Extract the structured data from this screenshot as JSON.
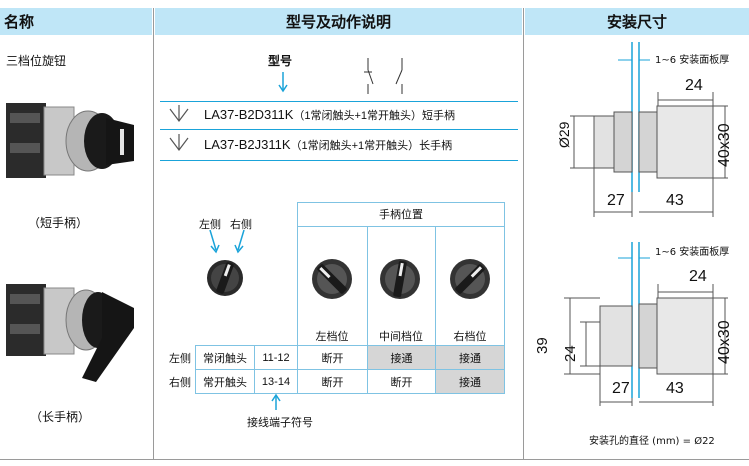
{
  "header": {
    "col1": "名称",
    "col2": "型号及动作说明",
    "col3": "安装尺寸"
  },
  "product": {
    "name": "三档位旋钮",
    "short_caption": "（短手柄）",
    "long_caption": "（长手柄）"
  },
  "model_section": {
    "model_label": "型号",
    "models": [
      {
        "code": "LA37-B2D311K",
        "detail": "（1常闭触头+1常开触头）短手柄"
      },
      {
        "code": "LA37-B2J311K",
        "detail": "（1常闭触头+1常开触头）长手柄"
      }
    ]
  },
  "handle": {
    "left_label": "左侧",
    "right_label": "右侧",
    "position_header": "手柄位置",
    "positions": [
      "左档位",
      "中间档位",
      "右档位"
    ]
  },
  "contacts": {
    "rows": [
      {
        "side": "左侧",
        "type": "常闭触头",
        "terminal": "11-12",
        "states": [
          "断开",
          "接通",
          "接通"
        ]
      },
      {
        "side": "右侧",
        "type": "常开触头",
        "terminal": "13-14",
        "states": [
          "断开",
          "断开",
          "接通"
        ]
      }
    ],
    "terminal_caption": "接线端子符号"
  },
  "dimensions": {
    "panel_label": "1~6 安装面板厚",
    "top": {
      "diameter": "Ø29",
      "d24": "24",
      "d40x30": "40x30",
      "d27": "27",
      "d43": "43"
    },
    "bottom": {
      "d39": "39",
      "d24_left": "24",
      "d24": "24",
      "d40x30": "40x30",
      "d27": "27",
      "d43": "43"
    },
    "hole_note": "安装孔的直径 (mm) = Ø22"
  },
  "colors": {
    "header_bg": "#bfe6f7",
    "grey_cell": "#d6d6d6",
    "accent": "#1aa3d9"
  }
}
